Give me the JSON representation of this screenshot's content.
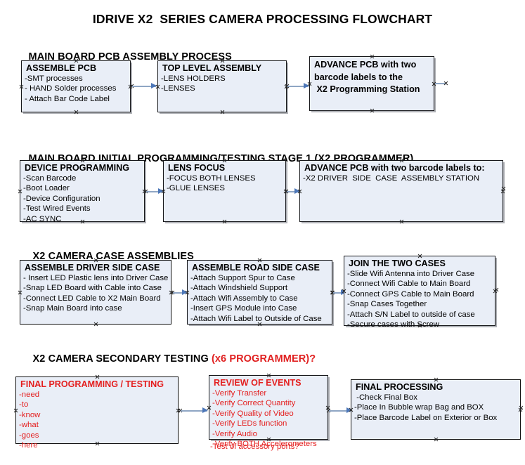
{
  "title": "IDRIVE X2  SERIES CAMERA PROCESSING FLOWCHART",
  "sections": [
    {
      "heading": "MAIN BOARD PCB ASSEMBLY PROCESS",
      "heading_accent": "",
      "nodes": [
        {
          "title": "ASSEMBLE PCB",
          "lines": [
            "-SMT processes",
            "- HAND Solder processes",
            "- Attach Bar Code Label"
          ]
        },
        {
          "title": "TOP LEVEL ASSEMBLY",
          "lines": [
            "-LENS HOLDERS",
            "-LENSES"
          ]
        },
        {
          "title": "ADVANCE PCB with two\nbarcode labels to the\n X2 Programming Station",
          "lines": []
        }
      ]
    },
    {
      "heading": "MAIN BOARD INITIAL PROGRAMMING/TESTING STAGE 1 (X2 PROGRAMMER)",
      "heading_accent": "",
      "nodes": [
        {
          "title": "DEVICE PROGRAMMING",
          "lines": [
            "-Scan Barcode",
            "-Boot Loader",
            "-Device Configuration",
            "-Test Wired Events",
            "-AC SYNC"
          ]
        },
        {
          "title": "LENS FOCUS",
          "lines": [
            "-FOCUS BOTH LENSES",
            "-GLUE LENSES"
          ]
        },
        {
          "title": "ADVANCE PCB with two barcode labels to:",
          "lines": [
            "-X2 DRIVER  SIDE  CASE  ASSEMBLY STATION"
          ]
        }
      ]
    },
    {
      "heading": "X2 CAMERA CASE ASSEMBLIES",
      "heading_accent": "",
      "nodes": [
        {
          "title": "ASSEMBLE DRIVER SIDE CASE",
          "lines": [
            "- Insert LED Plastic lens into Driver Case",
            "-Snap LED Board with Cable into Case",
            "-Connect LED Cable to X2 Main Board",
            "-Snap Main Board into case"
          ]
        },
        {
          "title": "ASSEMBLE ROAD SIDE CASE",
          "lines": [
            "-Attach Support Spur to Case",
            "-Attach Windshield Support",
            "-Attach Wifi Assembly to Case",
            "-Insert GPS Module into Case",
            "-Attach Wifi Label to Outside of Case"
          ]
        },
        {
          "title": "JOIN THE TWO CASES",
          "lines": [
            "-Slide Wifi Antenna into Driver Case",
            "-Connect Wifi Cable to Main Board",
            "-Connect GPS Cable to Main Board",
            "-Snap Cases Together",
            "-Attach S/N Label to outside of case",
            "-Secure cases with Screw"
          ]
        }
      ]
    },
    {
      "heading": "X2 CAMERA SECONDARY TESTING ",
      "heading_accent": "(x6 PROGRAMMER)?",
      "nodes": [
        {
          "title": "FINAL PROGRAMMING / TESTING",
          "lines": [
            "-need",
            "-to",
            "-know",
            "-what",
            "-goes",
            "-here"
          ]
        },
        {
          "title": "REVIEW OF EVENTS",
          "lines": [
            "-Verify Transfer",
            "-Verify Correct Quantity",
            "-Verify Quality of Video",
            "-Verify LEDs function",
            "-Verify Audio",
            "-Verify BOTH Accelerometers"
          ],
          "overflow_line": "-Test of accessory ports?"
        },
        {
          "title": "FINAL PROCESSING",
          "lines": [
            " -Check Final Box",
            "-Place In Bubble wrap Bag and BOX",
            "-Place Barcode Label on Exterior or Box"
          ]
        }
      ]
    }
  ],
  "colors": {
    "node_fill": "#e9eef7",
    "node_border": "#16171a",
    "connector": "#8fa6c4",
    "arrow": "#4d77b8",
    "accent_red": "#e42020"
  }
}
